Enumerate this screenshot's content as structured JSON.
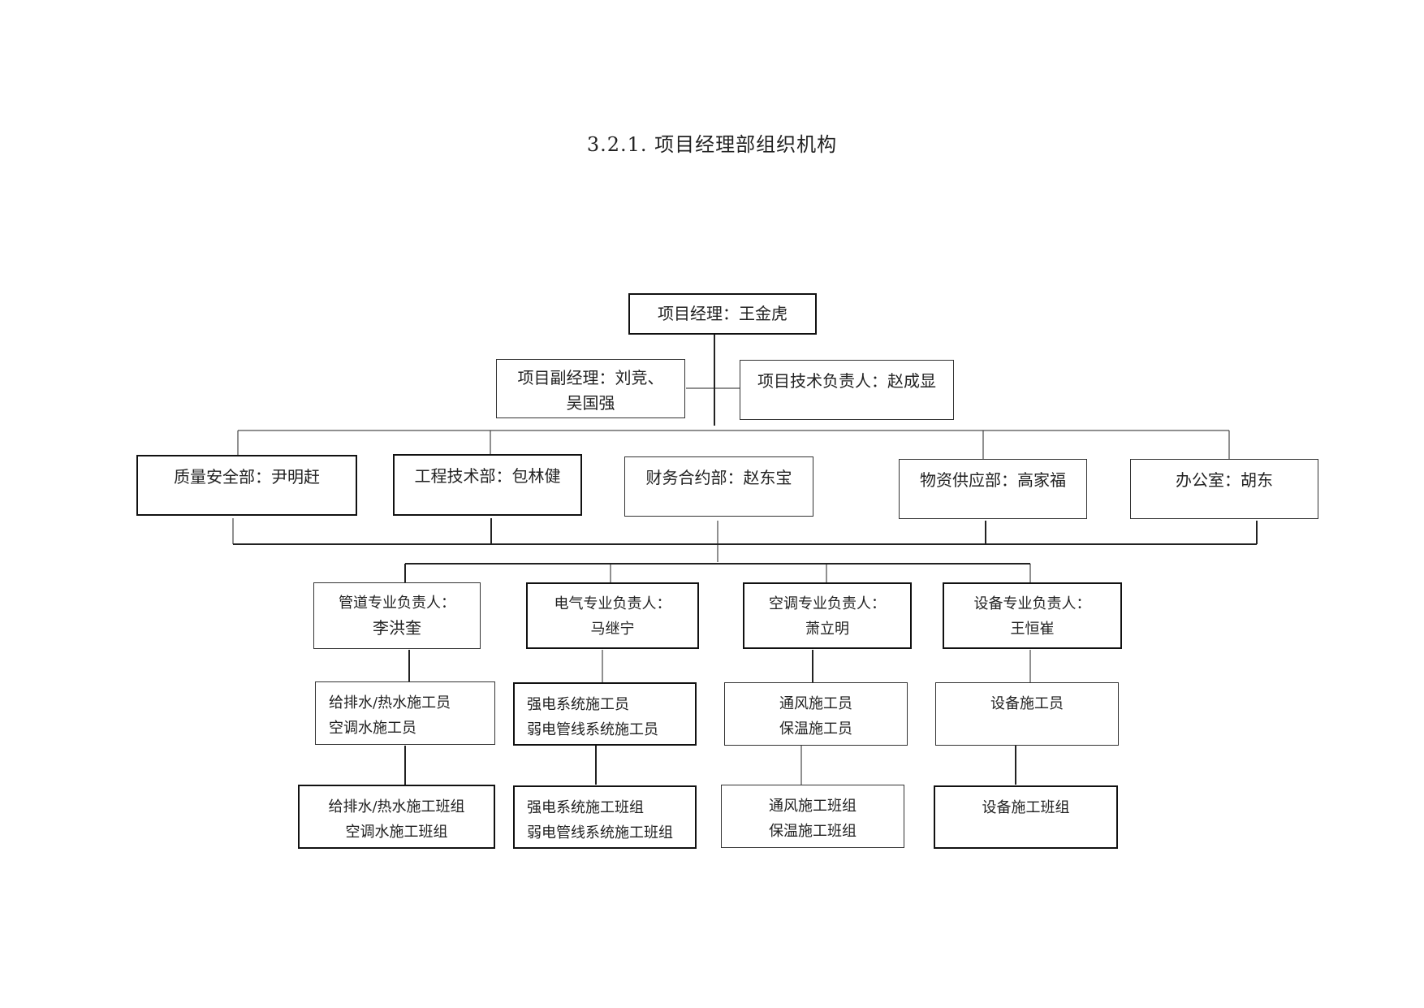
{
  "title": "3.2.1.  项目经理部组织机构",
  "nodes": {
    "pm": "项目经理：王金虎",
    "deputy_1": "项目副经理：刘竞、",
    "deputy_2": "吴国强",
    "tech_lead": "项目技术负责人：赵成显",
    "dept_quality": "质量安全部：尹明赶",
    "dept_engineering": "工程技术部：包林健",
    "dept_finance": "财务合约部：赵东宝",
    "dept_materials": "物资供应部：高家福",
    "dept_office": "办公室：胡东",
    "lead_pipe_title": "管道专业负责人：",
    "lead_pipe_name": "李洪奎",
    "lead_elec_title": "电气专业负责人：",
    "lead_elec_name": "马继宁",
    "lead_hvac_title": "空调专业负责人：",
    "lead_hvac_name": "萧立明",
    "lead_equip_title": "设备专业负责人：",
    "lead_equip_name": "王恒崔",
    "worker_pipe_1": "给排水/热水施工员",
    "worker_pipe_2": "空调水施工员",
    "worker_elec_1": "强电系统施工员",
    "worker_elec_2": "弱电管线系统施工员",
    "worker_hvac_1": "通风施工员",
    "worker_hvac_2": "保温施工员",
    "worker_equip_1": "设备施工员",
    "team_pipe_1": "给排水/热水施工班组",
    "team_pipe_2": "空调水施工班组",
    "team_elec_1": "强电系统施工班组",
    "team_elec_2": "弱电管线系统施工班组",
    "team_hvac_1": "通风施工班组",
    "team_hvac_2": "保温施工班组",
    "team_equip_1": "设备施工班组"
  }
}
